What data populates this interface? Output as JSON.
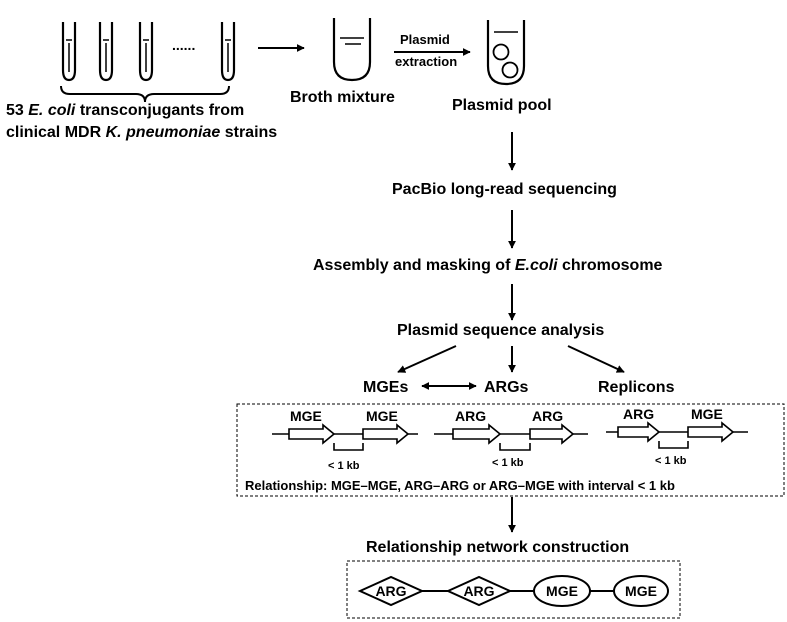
{
  "source": {
    "tubes_ellipsis": "......",
    "caption_line1_num": "53 ",
    "caption_line1_ital": "E. coli",
    "caption_line1_rest": " transconjugants from",
    "caption_line2_a": "clinical MDR ",
    "caption_line2_ital": "K. pneumoniae",
    "caption_line2_b": " strains"
  },
  "broth": {
    "label": "Broth mixture"
  },
  "extraction": {
    "line1": "Plasmid",
    "line2": "extraction"
  },
  "pool": {
    "label": "Plasmid pool"
  },
  "steps": {
    "sequencing": "PacBio long-read sequencing",
    "assembly_a": "Assembly and masking of ",
    "assembly_ital": "E.coli",
    "assembly_b": " chromosome",
    "analysis": "Plasmid sequence analysis"
  },
  "categories": {
    "mges": "MGEs",
    "args": "ARGs",
    "replicons": "Replicons"
  },
  "examples": {
    "ex1": {
      "left": "MGE",
      "right": "MGE",
      "interval": "< 1 kb"
    },
    "ex2": {
      "left": "ARG",
      "right": "ARG",
      "interval": "< 1 kb"
    },
    "ex3": {
      "left": "ARG",
      "right": "MGE",
      "interval": "< 1 kb"
    },
    "relationship": "Relationship: MGE–MGE, ARG–ARG or ARG–MGE with interval < 1 kb"
  },
  "network": {
    "title": "Relationship network construction",
    "nodes": [
      "ARG",
      "ARG",
      "MGE",
      "MGE"
    ]
  }
}
